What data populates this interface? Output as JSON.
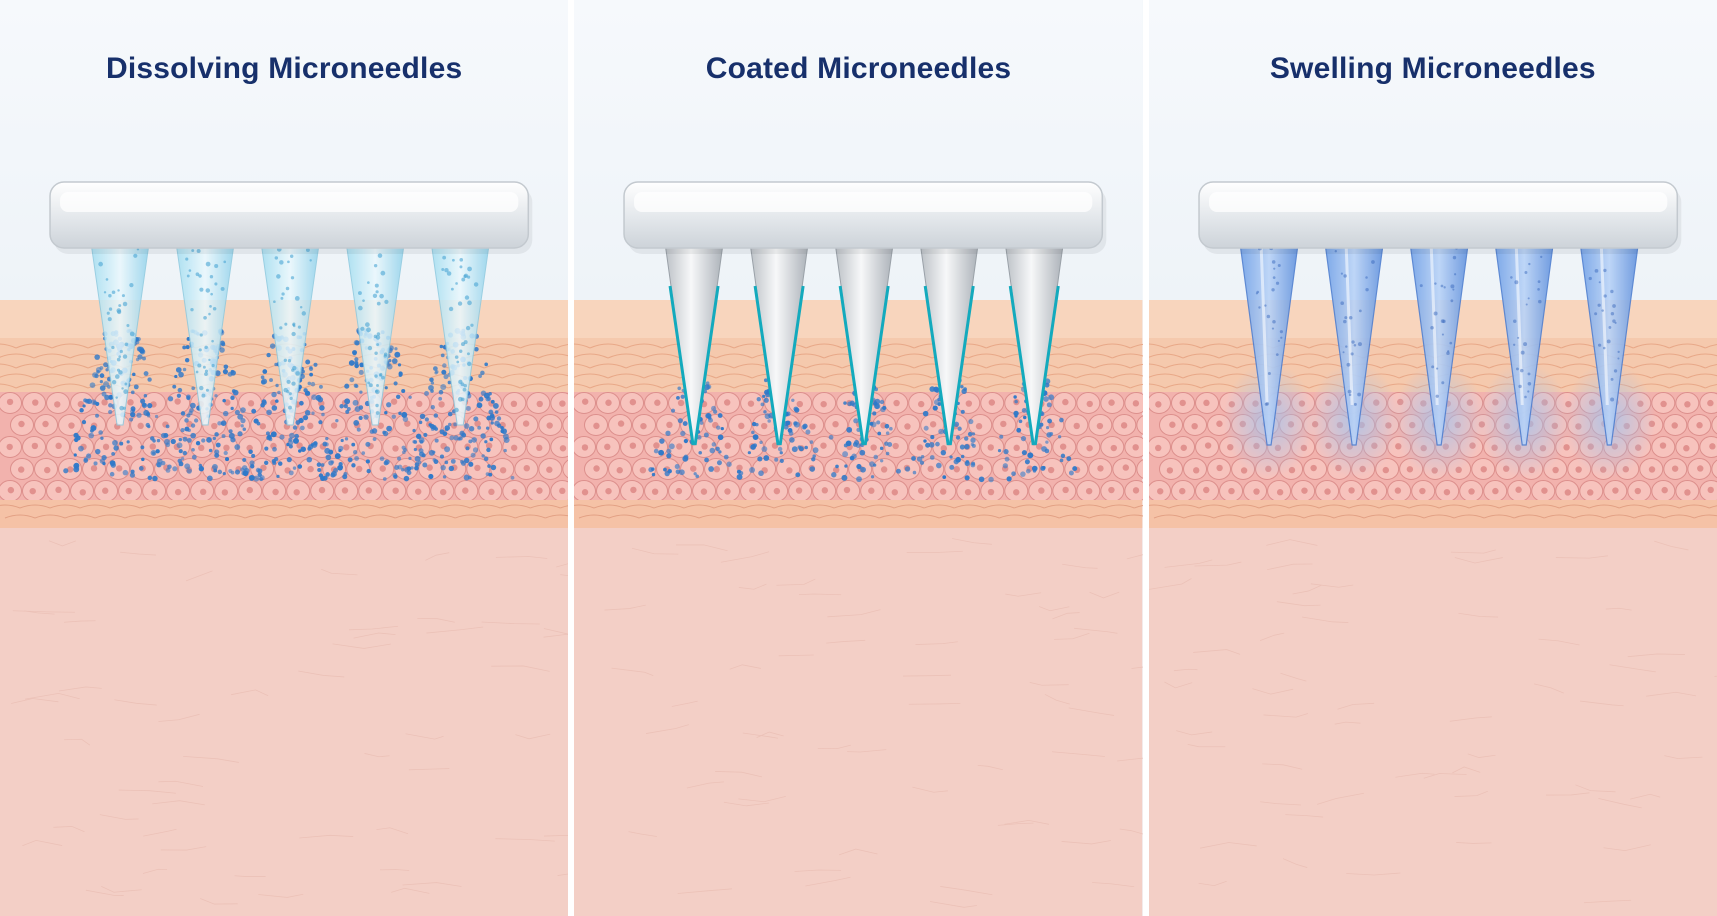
{
  "figure": {
    "panels": [
      {
        "title": "Dissolving Microneedles",
        "kind": "dissolving",
        "needle_count": 5,
        "accent": "#8fd3ee"
      },
      {
        "title": "Coated Microneedles",
        "kind": "coated",
        "needle_count": 5,
        "accent": "#1fb8c9"
      },
      {
        "title": "Swelling Microneedles",
        "kind": "swelling",
        "needle_count": 5,
        "accent": "#6da2ea"
      }
    ]
  },
  "colors": {
    "title": "#17306b",
    "background": "#f3f7fb",
    "patch_base": "#e9ecef",
    "stratum_corneum": "#f5c9ad",
    "epidermis_cells": "#f2b2ad",
    "dermis": "#f3cfc6",
    "drug_particles": "#2f79c9"
  }
}
